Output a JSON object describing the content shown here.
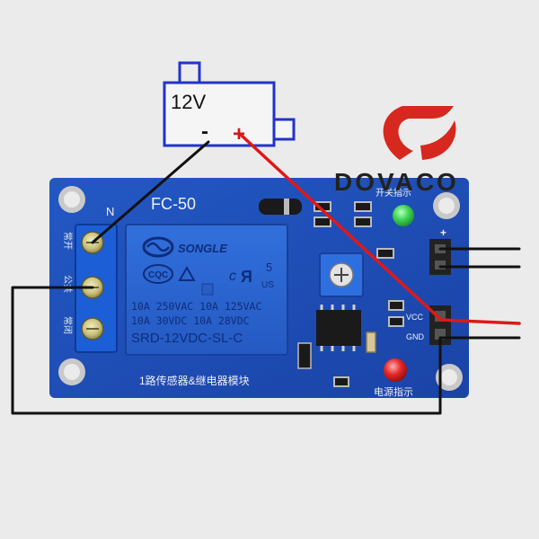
{
  "battery": {
    "voltage": "12V",
    "minus": "-",
    "plus": "+"
  },
  "brand": {
    "name": "DOVACO"
  },
  "board": {
    "model": "FC-50",
    "n_label": "N",
    "relay_brand": "SONGLE",
    "relay_cert": "CQC",
    "relay_ul": "5",
    "relay_us": "US",
    "relay_c": "c",
    "relay_rating_1": "10A 250VAC  10A 125VAC",
    "relay_rating_2": "10A  30VDC  10A  28VDC",
    "relay_model": "SRD-12VDC-SL-C",
    "module_name": "1路传感器&继电器模块",
    "switch_indicator": "开关指示",
    "power_indicator": "电源指示",
    "terminal_nc": "常开",
    "terminal_com": "公共",
    "terminal_no": "常闭",
    "pin_vcc": "VCC",
    "pin_gnd": "GND",
    "pin_plus": "+",
    "pin_minus": "-"
  },
  "colors": {
    "pcb": "#1f4fb8",
    "relay": "#2a62cf",
    "wire_red": "#e01818",
    "wire_black": "#111111",
    "battery_outline": "#2233cc",
    "led_green": "#35c94a",
    "led_red": "#e02020",
    "brand_red": "#d6281e"
  }
}
